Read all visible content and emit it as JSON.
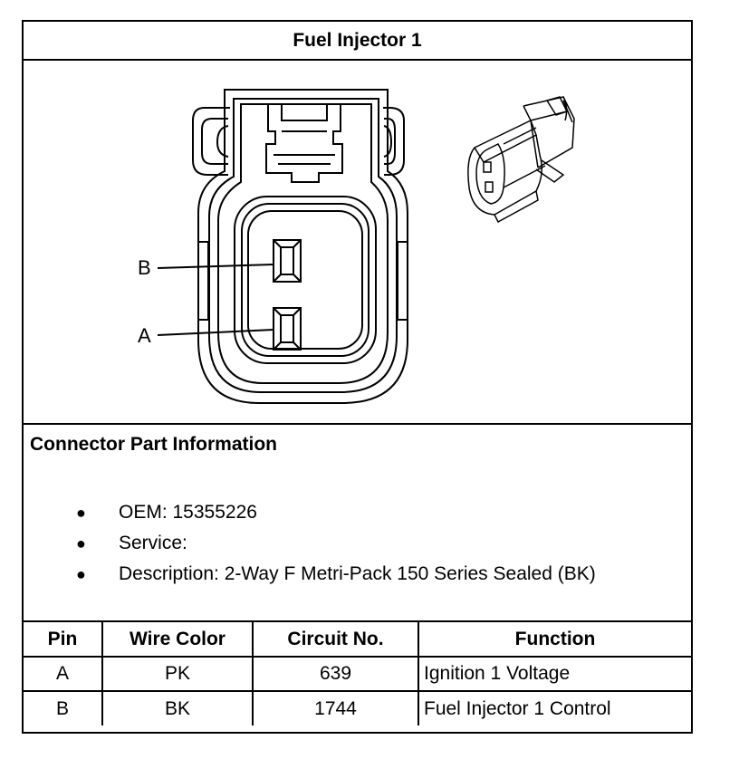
{
  "title": "Fuel Injector 1",
  "diagram": {
    "pin_labels": [
      "B",
      "A"
    ]
  },
  "part_info": {
    "heading": "Connector Part Information",
    "bullets": [
      "OEM: 15355226",
      "Service:",
      "Description: 2-Way F Metri-Pack 150 Series Sealed (BK)"
    ]
  },
  "table": {
    "headers": [
      "Pin",
      "Wire Color",
      "Circuit No.",
      "Function"
    ],
    "rows": [
      [
        "A",
        "PK",
        "639",
        "Ignition 1 Voltage"
      ],
      [
        "B",
        "BK",
        "1744",
        "Fuel Injector 1 Control"
      ]
    ]
  }
}
